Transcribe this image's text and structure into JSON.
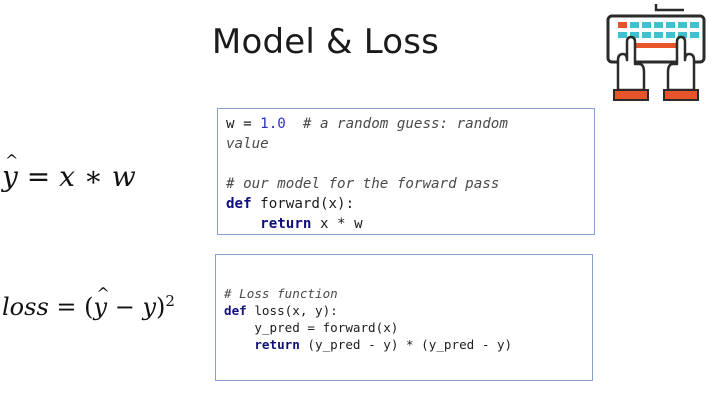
{
  "slide": {
    "title": "Model & Loss"
  },
  "icon": {
    "name": "keyboard-typing-hands-icon",
    "colors": {
      "frame": "#2b2b2b",
      "keys": "#3fc1d0",
      "accent": "#e8542a"
    }
  },
  "formulas": {
    "model": {
      "lhs": "y",
      "eq": " = ",
      "x": "x",
      "op": " ∗ ",
      "w": "w"
    },
    "loss": {
      "lhs": "loss",
      "eq": " = (",
      "yhat": "y",
      "minus": " − ",
      "y": "y",
      "close": ")",
      "exp": "2"
    }
  },
  "code_model": {
    "line1": {
      "a": "w = ",
      "num": "1.0",
      "comment": "  # a random guess: random"
    },
    "line2": "value",
    "line3": "",
    "line4": "# our model for the forward pass",
    "line5": {
      "kw": "def",
      "rest": " forward(x):"
    },
    "line6": {
      "indent": "    ",
      "kw": "return",
      "rest": " x * w"
    }
  },
  "code_loss": {
    "line1": "# Loss function",
    "line2": {
      "kw": "def",
      "rest": " loss(x, y):"
    },
    "line3": "    y_pred = forward(x)",
    "line4": {
      "indent": "    ",
      "kw": "return",
      "rest": " (y_pred - y) * (y_pred - y)"
    }
  }
}
